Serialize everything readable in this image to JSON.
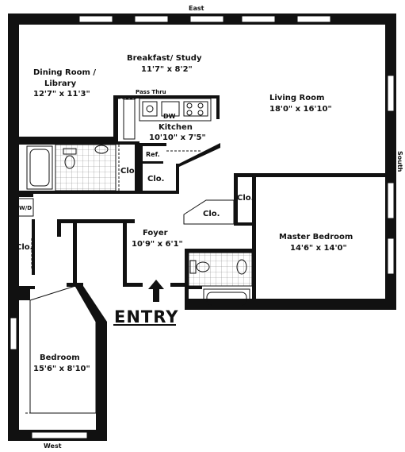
{
  "compass": {
    "north_side": "East",
    "south_side": "West",
    "right_side": "South"
  },
  "rooms": {
    "dining": {
      "name_line1": "Dining Room /",
      "name_line2": "Library",
      "dims": "12'7\" x 11'3\""
    },
    "breakfast": {
      "name": "Breakfast/ Study",
      "dims": "11'7\" x 8'2\""
    },
    "living": {
      "name": "Living Room",
      "dims": "18'0\" x 16'10\""
    },
    "kitchen": {
      "name": "Kitchen",
      "dims": "10'10\" x 7'5\""
    },
    "foyer": {
      "name": "Foyer",
      "dims": "10'9\" x 6'1\""
    },
    "master": {
      "name": "Master Bedroom",
      "dims": "14'6\" x 14'0\""
    },
    "bedroom": {
      "name": "Bedroom",
      "dims": "15'6\" x 8'10\""
    }
  },
  "labels": {
    "pass_thru": "Pass Thru",
    "dw": "DW",
    "ref": "Ref.",
    "clo": "Clo.",
    "wd": "W/D",
    "entry": "ENTRY"
  },
  "colors": {
    "wall": "#111111",
    "background": "#ffffff"
  }
}
